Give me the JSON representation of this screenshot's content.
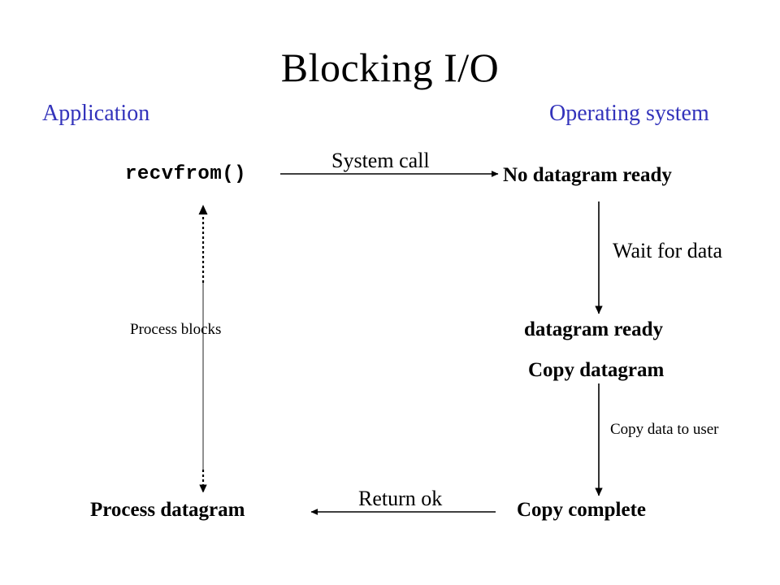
{
  "slide": {
    "title": "Blocking I/O",
    "background": "#ffffff",
    "accent_blue": "#3333bb",
    "text_black": "#000000"
  },
  "columns": {
    "left_label": "Application",
    "right_label": "Operating system"
  },
  "nodes": {
    "recvfrom": "recvfrom()",
    "no_datagram_ready": "No datagram ready",
    "datagram_ready": "datagram ready",
    "copy_datagram": "Copy datagram",
    "copy_complete": "Copy complete",
    "process_datagram": "Process datagram"
  },
  "annotations": {
    "system_call": "System call",
    "wait_for_data": "Wait for data",
    "copy_data_to_user": "Copy data to user",
    "return_ok": "Return ok",
    "process_blocks": "Process blocks"
  },
  "flow": {
    "steps": [
      {
        "from": "recvfrom()",
        "to": "No datagram ready",
        "label": "System call",
        "direction": "right"
      },
      {
        "from": "No datagram ready",
        "to": "datagram ready",
        "label": "Wait for data",
        "direction": "down"
      },
      {
        "from": "Copy datagram",
        "to": "Copy complete",
        "label": "Copy data to user",
        "direction": "down"
      },
      {
        "from": "Copy complete",
        "to": "Process datagram",
        "label": "Return ok",
        "direction": "left"
      },
      {
        "from": "recvfrom()",
        "to": "Process datagram",
        "label": "Process blocks",
        "direction": "both"
      }
    ]
  }
}
